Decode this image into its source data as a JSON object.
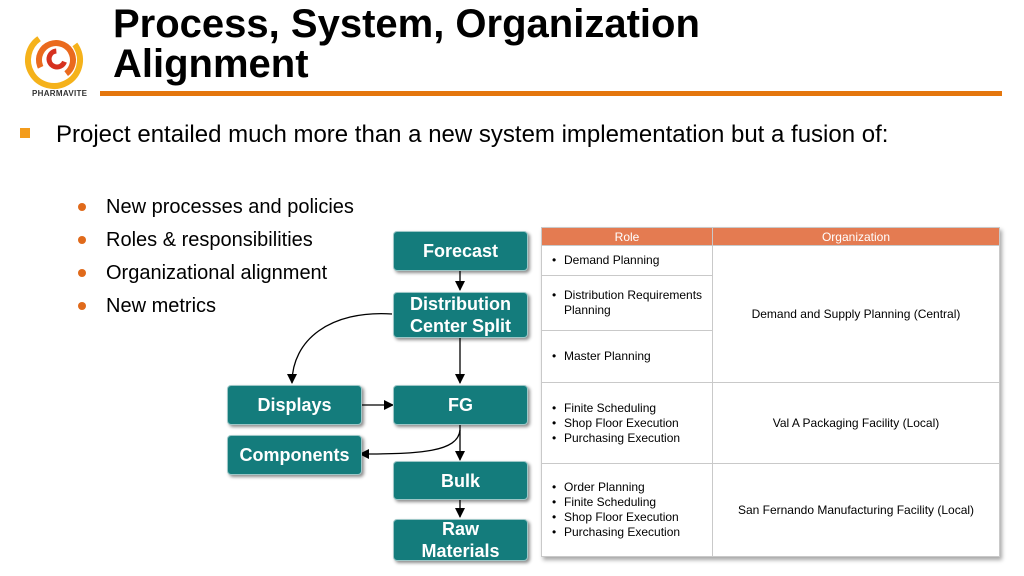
{
  "logo": {
    "name": "pharmavite-logo-icon",
    "text": "PHARMAVITE"
  },
  "title": {
    "line1": "Process, System, Organization",
    "line2": "Alignment"
  },
  "colors": {
    "accent": "#e4760d",
    "teal": "#147c7c",
    "table_header": "#e47b51",
    "bullet": "#f39c1c"
  },
  "main_bullet": "Project entailed much more than a new system implementation but a fusion of:",
  "sub_bullets": [
    "New processes and policies",
    "Roles & responsibilities",
    "Organizational alignment",
    "New metrics"
  ],
  "flow": {
    "forecast": "Forecast",
    "dist_line1": "Distribution",
    "dist_line2": "Center Split",
    "displays": "Displays",
    "fg": "FG",
    "components": "Components",
    "bulk": "Bulk",
    "raw_line1": "Raw",
    "raw_line2": "Materials"
  },
  "table": {
    "headers": [
      "Role",
      "Organization"
    ],
    "rows": [
      {
        "roles": [
          "Demand Planning"
        ]
      },
      {
        "roles": [
          "Distribution Requirements Planning"
        ]
      },
      {
        "roles": [
          "Master Planning"
        ]
      },
      {
        "roles": [
          "Finite Scheduling",
          "Shop Floor Execution",
          "Purchasing Execution"
        ]
      },
      {
        "roles": [
          "Order Planning",
          "Finite Scheduling",
          "Shop Floor Execution",
          "Purchasing Execution"
        ]
      }
    ],
    "orgs": [
      "Demand and Supply Planning (Central)",
      "Val A  Packaging Facility (Local)",
      "San Fernando Manufacturing Facility (Local)"
    ]
  }
}
